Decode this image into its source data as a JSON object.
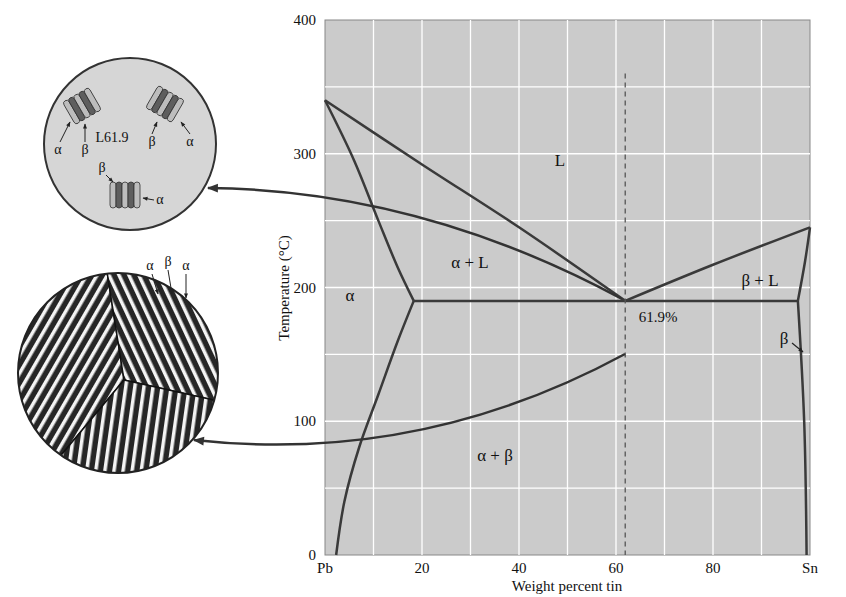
{
  "diagram": {
    "nodes": [
      {
        "text": [
          "α",
          "β",
          "L61.9",
          "β",
          "α",
          "β",
          "α"
        ]
      },
      {
        "text": [
          "α",
          "β",
          "α"
        ]
      }
    ],
    "labels": [
      "400",
      "300",
      "200",
      "100",
      "0",
      "Pb",
      "20",
      "40",
      "60",
      "80",
      "Sn",
      "Weight percent tin",
      "Temperature (°C)",
      "L",
      "α + L",
      "β + L",
      "α",
      "β",
      "α + β",
      "61.9%"
    ]
  }
}
